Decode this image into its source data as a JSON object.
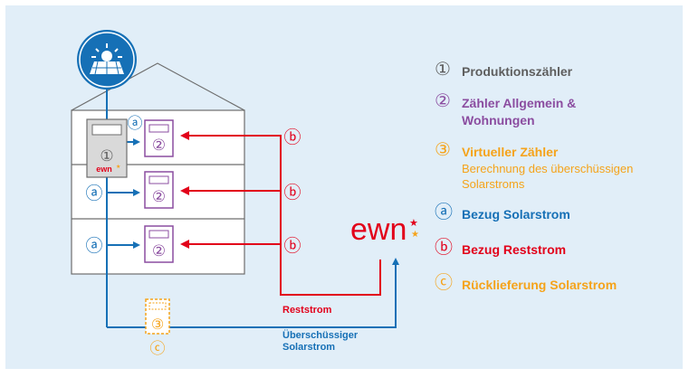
{
  "symbols": {
    "one": "①",
    "two": "②",
    "three": "③",
    "a": "ⓐ",
    "b": "ⓑ",
    "c": "ⓒ"
  },
  "meter_logo": "ewn",
  "brand": "ewn",
  "labels": {
    "reststrom": "Reststrom",
    "ueberschuss_line1": "Überschüssiger",
    "ueberschuss_line2": "Solarstrom"
  },
  "legend": [
    {
      "symbol": "①",
      "title": "Produktionszähler",
      "title_line2": "",
      "subtitle": "",
      "subtitle_line2": ""
    },
    {
      "symbol": "②",
      "title": "Zähler Allgemein &",
      "title_line2": "Wohnungen",
      "subtitle": "",
      "subtitle_line2": ""
    },
    {
      "symbol": "③",
      "title": "Virtueller Zähler",
      "title_line2": "",
      "subtitle": "Berechnung des überschüssigen",
      "subtitle_line2": "Solarstroms"
    },
    {
      "symbol": "ⓐ",
      "title": "Bezug Solarstrom",
      "title_line2": "",
      "subtitle": "",
      "subtitle_line2": ""
    },
    {
      "symbol": "ⓑ",
      "title": "Bezug Reststrom",
      "title_line2": "",
      "subtitle": "",
      "subtitle_line2": ""
    },
    {
      "symbol": "ⓒ",
      "title": "Rücklieferung Solarstrom",
      "title_line2": "",
      "subtitle": "",
      "subtitle_line2": ""
    }
  ],
  "colors": {
    "blue": "#1670b6",
    "red": "#e2001a",
    "purple": "#8b4da0",
    "orange": "#f5a31a",
    "grey": "#5e5e5e",
    "background": "#e1eef8"
  }
}
